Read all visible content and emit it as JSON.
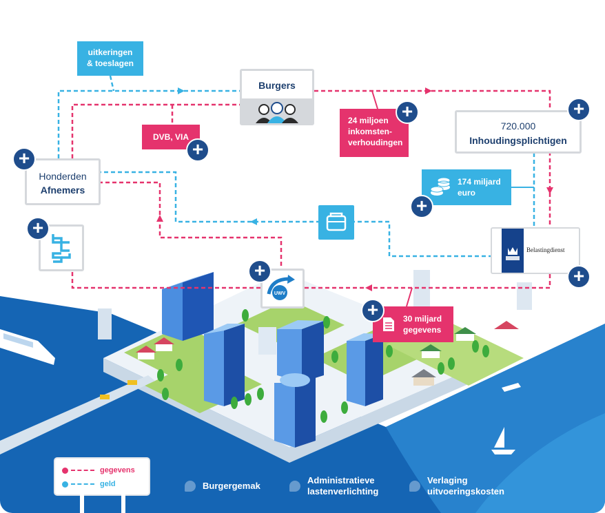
{
  "nodes": {
    "burgers": {
      "label": "Burgers"
    },
    "afnemers": {
      "line1": "Honderden",
      "line2": "Afnemers"
    },
    "inhoudingsplichtigen": {
      "line1": "720.000",
      "line2": "Inhoudingsplichtigen"
    },
    "belastingdienst": {
      "label": "Belastingdienst"
    },
    "uwv": {
      "label": "UWV"
    }
  },
  "tags": {
    "uitkeringen": {
      "line1": "uitkeringen",
      "line2": "& toeslagen"
    },
    "dvb": {
      "label": "DVB, VIA"
    },
    "inkomsten": {
      "line1": "24 miljoen",
      "line2": "inkomsten-",
      "line3": "verhoudingen"
    },
    "euro": {
      "line1": "174 miljard",
      "line2": "euro"
    },
    "gegevens": {
      "line1": "30 miljard",
      "line2": "gegevens"
    }
  },
  "plus_symbol": "+",
  "legend": {
    "gegevens": "gegevens",
    "geld": "geld"
  },
  "benefits": {
    "burgergemak": "Burgergemak",
    "admin_line1": "Administratieve",
    "admin_line2": "lastenverlichting",
    "verlaging_line1": "Verlaging",
    "verlaging_line2": "uitvoeringskosten"
  },
  "colors": {
    "gegevens": "#e5336d",
    "geld": "#38b2e3",
    "navy": "#1f4d8c",
    "ocean": "#1565b4",
    "ocean_light": "#2f8fd6",
    "land": "#a7d36b",
    "road": "#dfe7ef"
  },
  "icons": {
    "burgers": "people-icon",
    "euro": "coins-icon",
    "inkomsten": "document-icon",
    "gegevens": "document-icon",
    "afnemers_logo": "cbs-logo",
    "uwv_logo": "uwv-logo",
    "belasting_logo": "crown-logo",
    "money_box": "wallet-icon"
  }
}
